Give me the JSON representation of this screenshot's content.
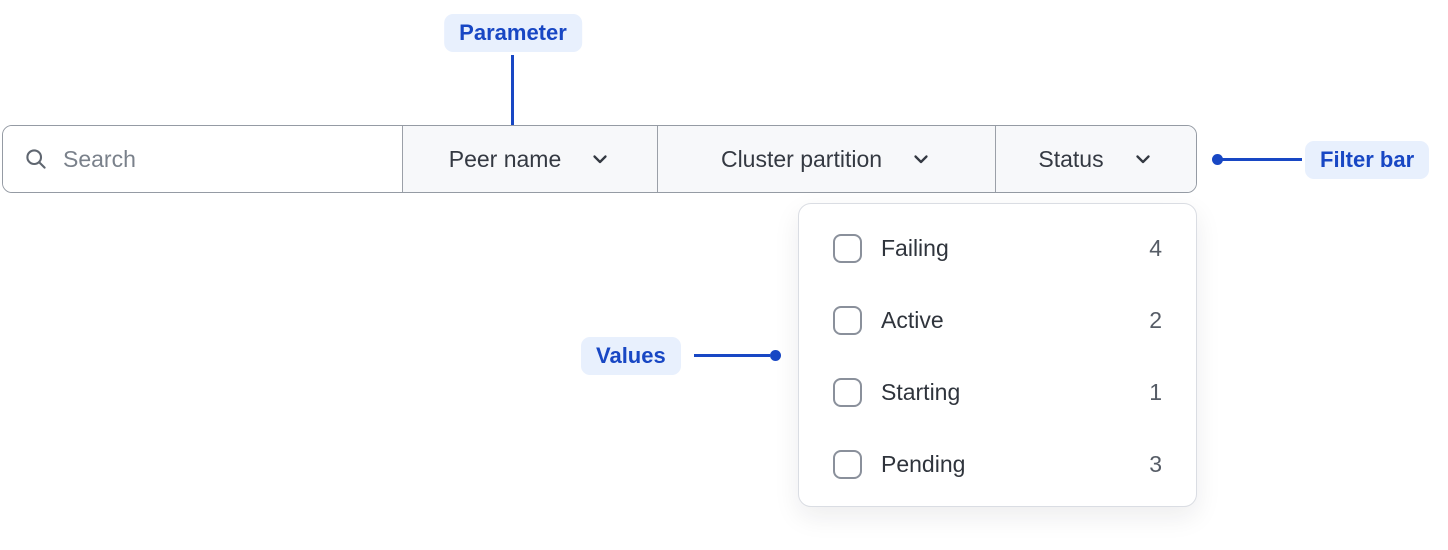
{
  "annotations": {
    "parameter_label": "Parameter",
    "filter_bar_label": "Filter bar",
    "values_label": "Values"
  },
  "filter_bar": {
    "search_placeholder": "Search",
    "dropdowns": [
      {
        "label": "Peer name"
      },
      {
        "label": "Cluster partition"
      },
      {
        "label": "Status"
      }
    ]
  },
  "dropdown_panel": {
    "parent": "Status",
    "items": [
      {
        "label": "Failing",
        "count": "4",
        "checked": false
      },
      {
        "label": "Active",
        "count": "2",
        "checked": false
      },
      {
        "label": "Starting",
        "count": "1",
        "checked": false
      },
      {
        "label": "Pending",
        "count": "3",
        "checked": false
      }
    ]
  },
  "colors": {
    "annotation_blue": "#1847C4",
    "annotation_badge_bg": "#E8F0FD",
    "bar_border": "#959BA4",
    "section_bg": "#F7F8FA",
    "text_dark": "#343942",
    "count_gray": "#565C66",
    "checkbox_border": "#8A909B",
    "panel_border": "#DADDE3"
  }
}
